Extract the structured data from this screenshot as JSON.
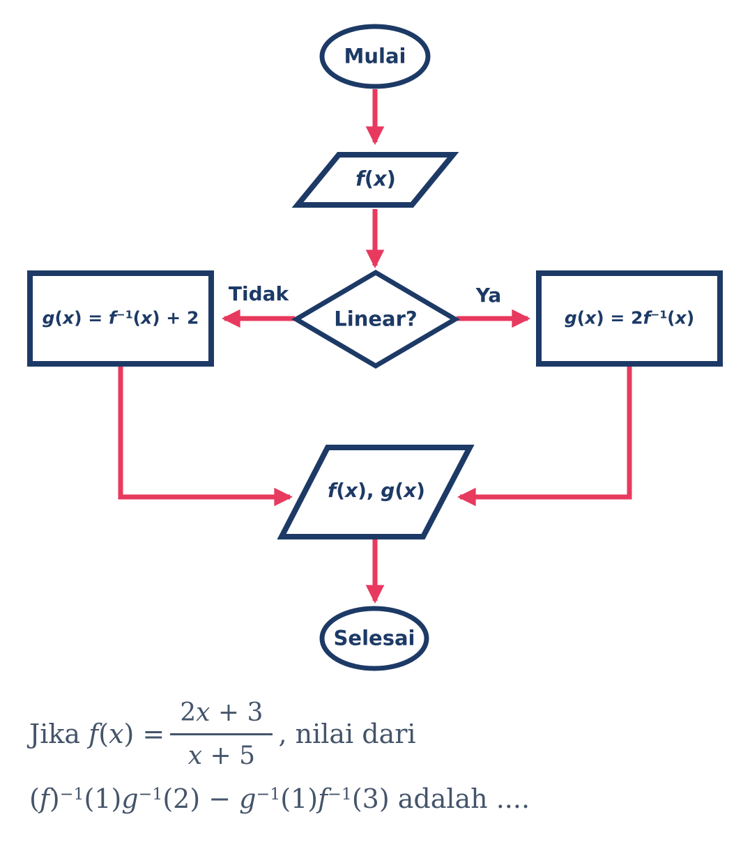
{
  "colors": {
    "shape_outline": "#1d3a66",
    "arrow": "#e8395e",
    "math_text": "#44546a",
    "background": "#ffffff"
  },
  "flowchart": {
    "start_label": "Mulai",
    "end_label": "Selesai",
    "decision_label": "Linear?",
    "branch_no_label": "Tidak",
    "branch_yes_label": "Ya",
    "input_tokens": [
      {
        "t": "f",
        "it": true
      },
      {
        "t": "("
      },
      {
        "t": "x",
        "it": true
      },
      {
        "t": ")"
      }
    ],
    "process_no_tokens": [
      {
        "t": "g",
        "it": true
      },
      {
        "t": "("
      },
      {
        "t": "x",
        "it": true
      },
      {
        "t": ") = "
      },
      {
        "t": "f",
        "it": true
      },
      {
        "t": "−1",
        "sup": true
      },
      {
        "t": "("
      },
      {
        "t": "x",
        "it": true
      },
      {
        "t": ") + 2"
      }
    ],
    "process_yes_tokens": [
      {
        "t": "g",
        "it": true
      },
      {
        "t": "("
      },
      {
        "t": "x",
        "it": true
      },
      {
        "t": ") = 2"
      },
      {
        "t": "f",
        "it": true
      },
      {
        "t": "−1",
        "sup": true
      },
      {
        "t": "("
      },
      {
        "t": "x",
        "it": true
      },
      {
        "t": ")"
      }
    ],
    "output_tokens": [
      {
        "t": "f",
        "it": true
      },
      {
        "t": "("
      },
      {
        "t": "x",
        "it": true
      },
      {
        "t": "), "
      },
      {
        "t": "g",
        "it": true
      },
      {
        "t": "("
      },
      {
        "t": "x",
        "it": true
      },
      {
        "t": ")"
      }
    ]
  },
  "question": {
    "line1_prefix_tokens": [
      {
        "t": "Jika "
      },
      {
        "t": "f",
        "it": true
      },
      {
        "t": "("
      },
      {
        "t": "x",
        "it": true
      },
      {
        "t": ") = "
      }
    ],
    "fraction": {
      "numerator_tokens": [
        {
          "t": "2"
        },
        {
          "t": "x",
          "it": true
        },
        {
          "t": " + 3"
        }
      ],
      "denominator_tokens": [
        {
          "t": "x",
          "it": true
        },
        {
          "t": " + 5"
        }
      ]
    },
    "line1_suffix_tokens": [
      {
        "t": ", nilai dari"
      }
    ],
    "line2_tokens": [
      {
        "t": "("
      },
      {
        "t": "f",
        "it": true
      },
      {
        "t": ")"
      },
      {
        "t": "−1",
        "sup": true
      },
      {
        "t": "(1)"
      },
      {
        "t": "g",
        "it": true
      },
      {
        "t": "−1",
        "sup": true
      },
      {
        "t": "(2) − "
      },
      {
        "t": "g",
        "it": true
      },
      {
        "t": "−1",
        "sup": true
      },
      {
        "t": "(1)"
      },
      {
        "t": "f",
        "it": true
      },
      {
        "t": "−1",
        "sup": true
      },
      {
        "t": "(3)"
      },
      {
        "t": " adalah ...."
      }
    ]
  }
}
